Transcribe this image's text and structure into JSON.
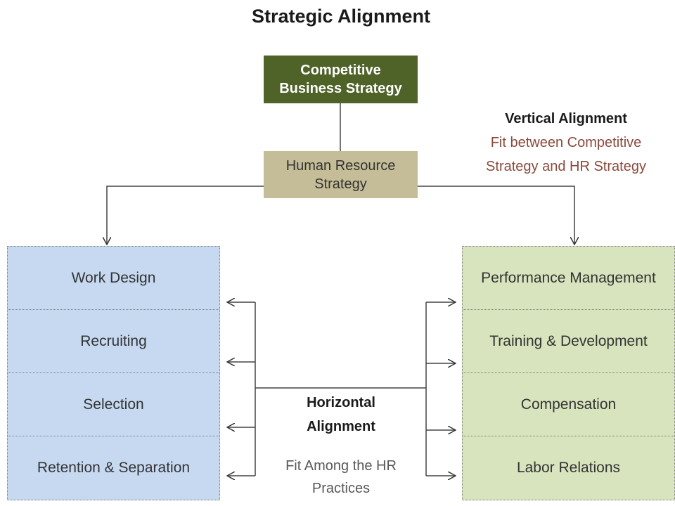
{
  "title": "Strategic Alignment",
  "top_box": {
    "line1": "Competitive",
    "line2": "Business Strategy"
  },
  "hr_box": {
    "line1": "Human Resource",
    "line2": "Strategy"
  },
  "vertical": {
    "title": "Vertical Alignment",
    "line1": "Fit between Competitive",
    "line2": "Strategy and HR Strategy"
  },
  "horizontal": {
    "title_line1": "Horizontal",
    "title_line2": "Alignment",
    "sub_line1": "Fit Among the HR",
    "sub_line2": "Practices"
  },
  "left_practices": [
    "Work Design",
    "Recruiting",
    "Selection",
    "Retention & Separation"
  ],
  "right_practices": [
    "Performance Management",
    "Training & Development",
    "Compensation",
    "Labor Relations"
  ],
  "colors": {
    "top_box": "#4f6228",
    "hr_box": "#c4bd97",
    "left_column": "#c6d9f1",
    "right_column": "#d7e4bd",
    "vertical_subtitle": "#8b4a3c"
  }
}
